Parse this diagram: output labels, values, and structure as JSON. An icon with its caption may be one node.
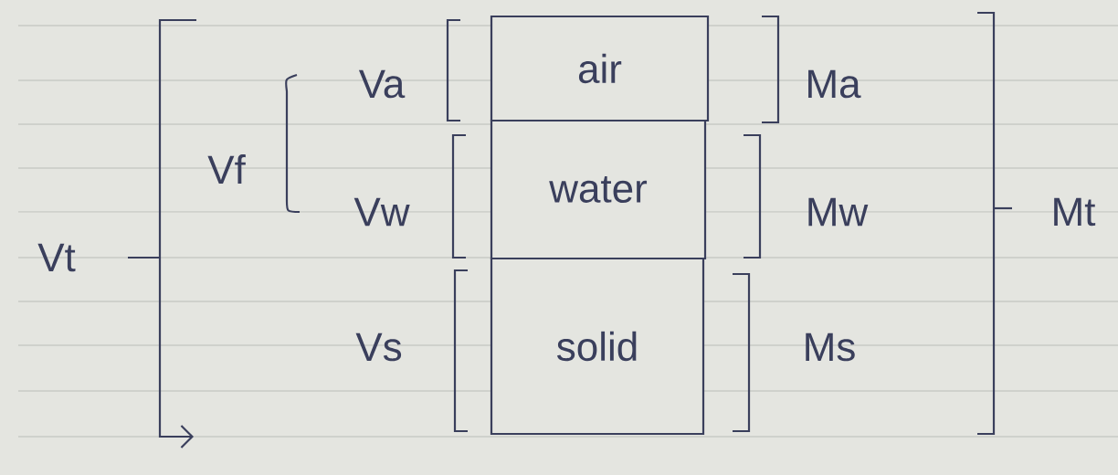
{
  "diagram": {
    "nodes": [
      {
        "text": [
          "air"
        ]
      },
      {
        "text": [
          "water"
        ]
      },
      {
        "text": [
          "solid"
        ]
      }
    ],
    "labels": [
      "Vt",
      "Vf",
      "Va",
      "Vw",
      "Vs",
      "Ma",
      "Mw",
      "Ms",
      "Mt"
    ]
  }
}
